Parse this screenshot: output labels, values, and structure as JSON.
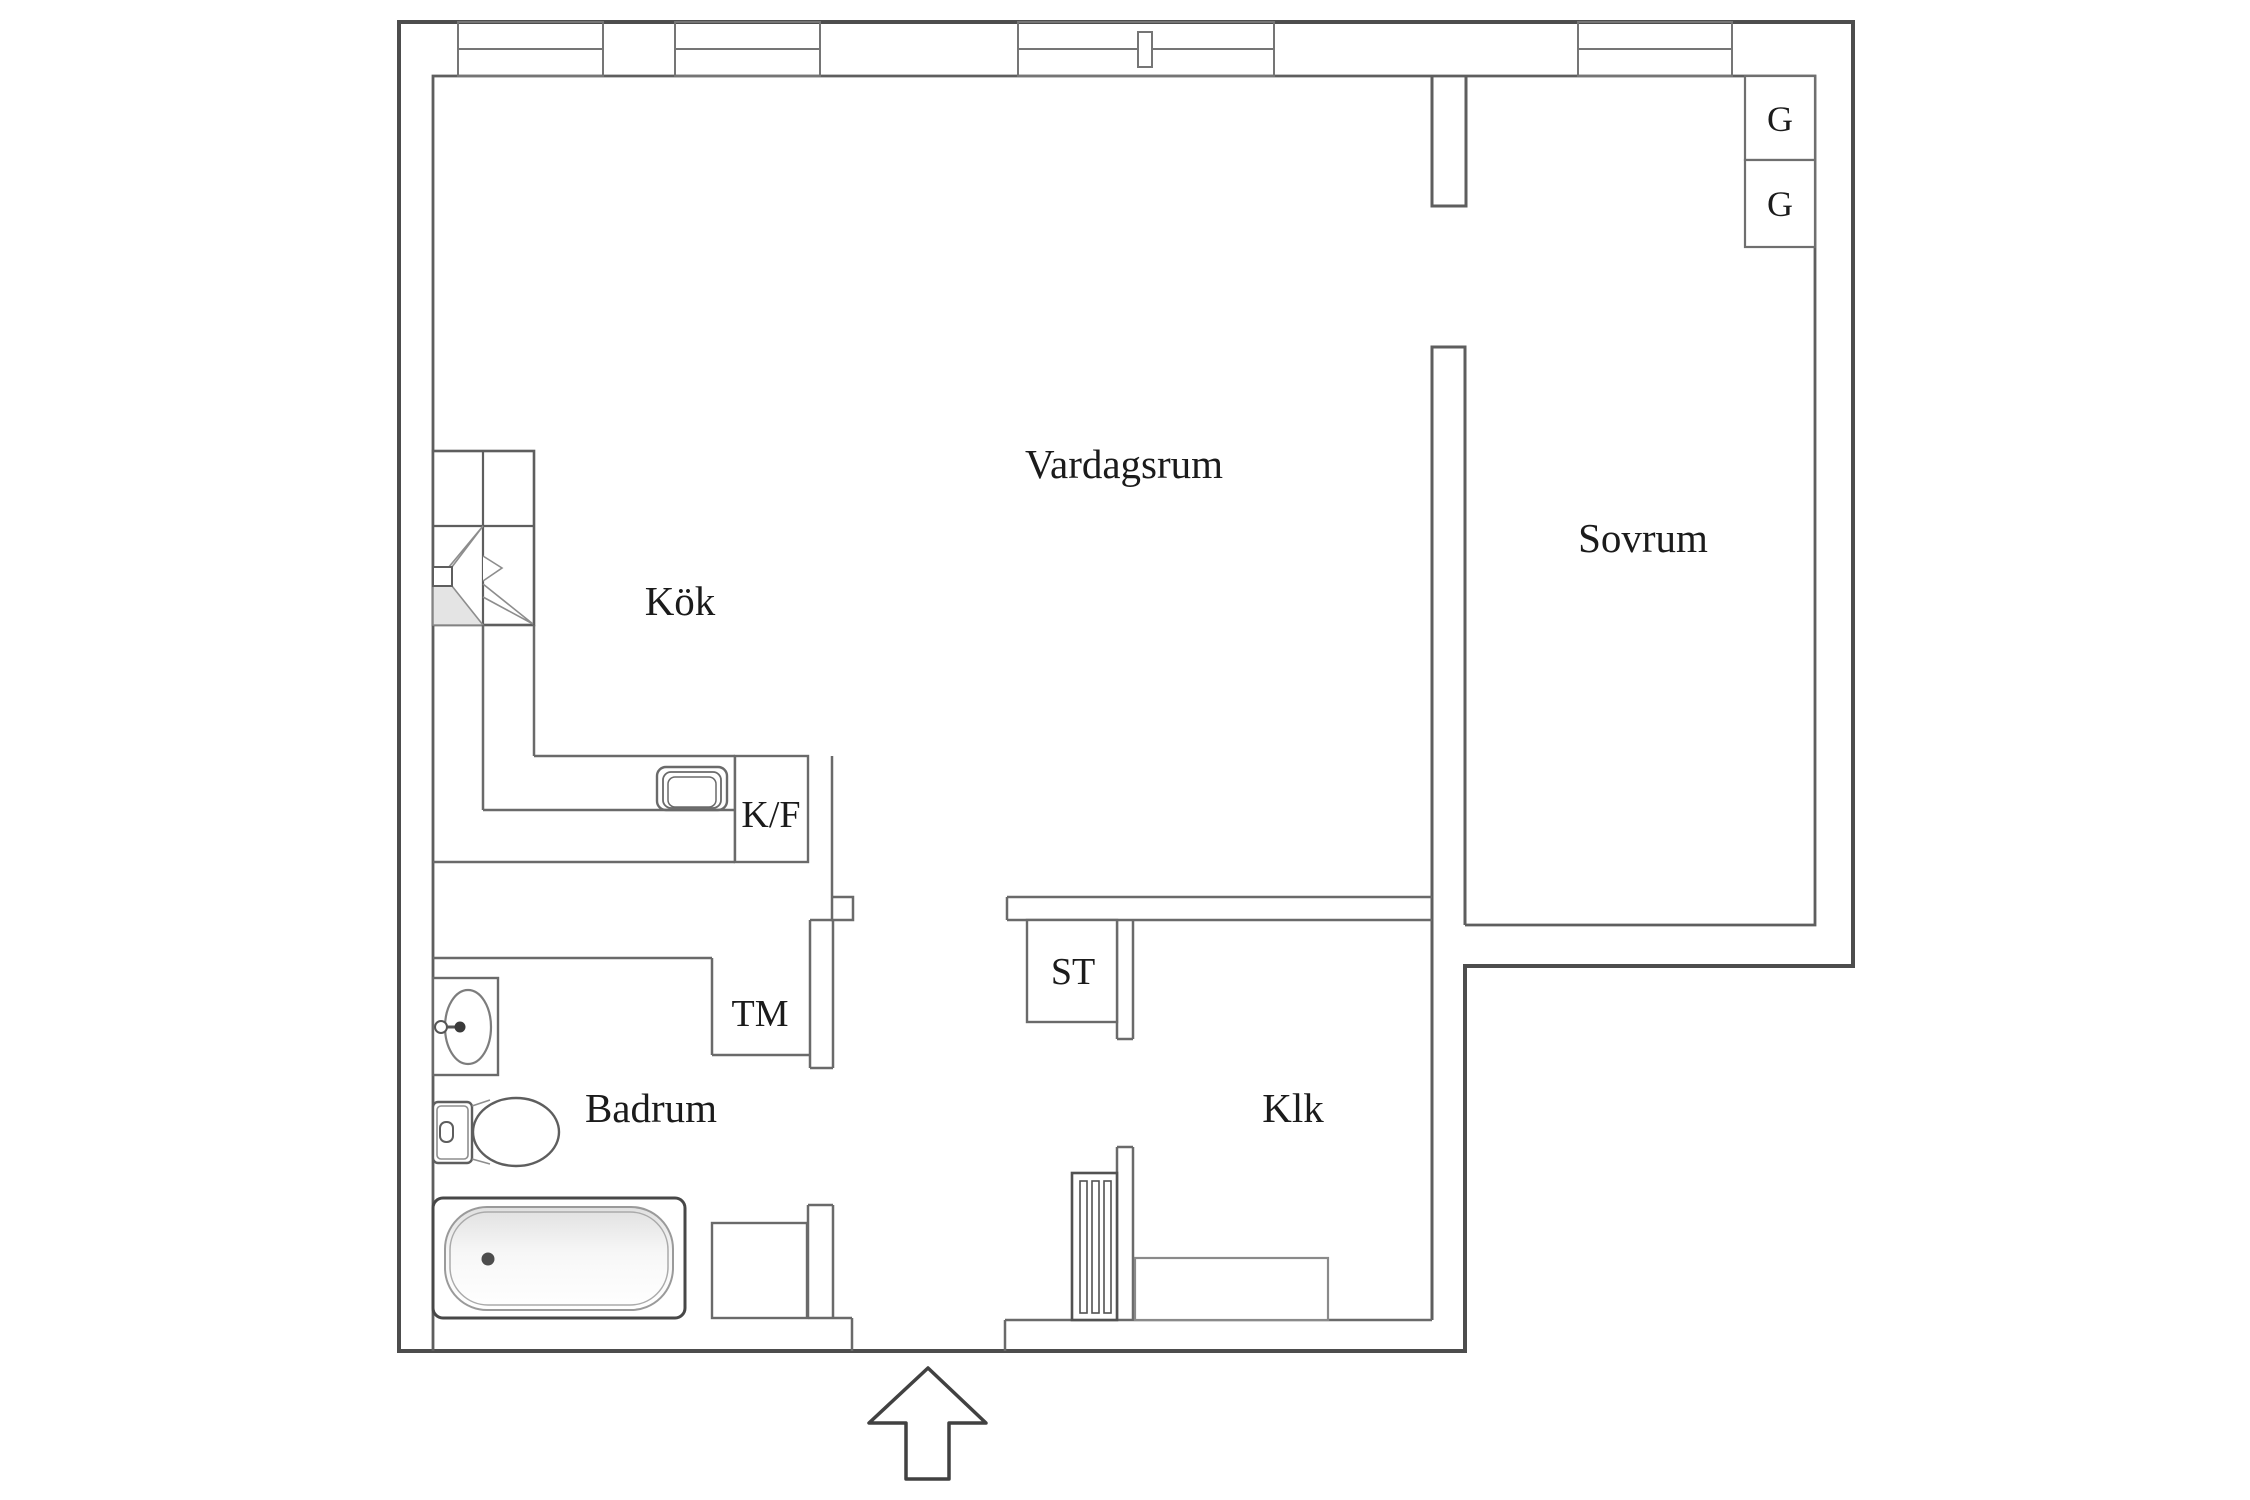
{
  "rooms": {
    "living_room": "Vardagsrum",
    "kitchen": "Kök",
    "bedroom": "Sovrum",
    "bathroom": "Badrum",
    "closet": "Klk"
  },
  "fixtures": {
    "washing_machine": "TM",
    "storage": "ST",
    "fridge_freezer": "K/F",
    "wardrobe_1": "G",
    "wardrobe_2": "G"
  },
  "colors": {
    "outer_wall": "#4d4d4d",
    "inner_wall": "#5e5e5e",
    "partition": "#6a6a6a",
    "window_line": "#757575",
    "furniture": "#7d7d7d",
    "fixture_dark": "#474747",
    "stove_shade": "#e4e4e4",
    "text": "#1b1b1b"
  }
}
